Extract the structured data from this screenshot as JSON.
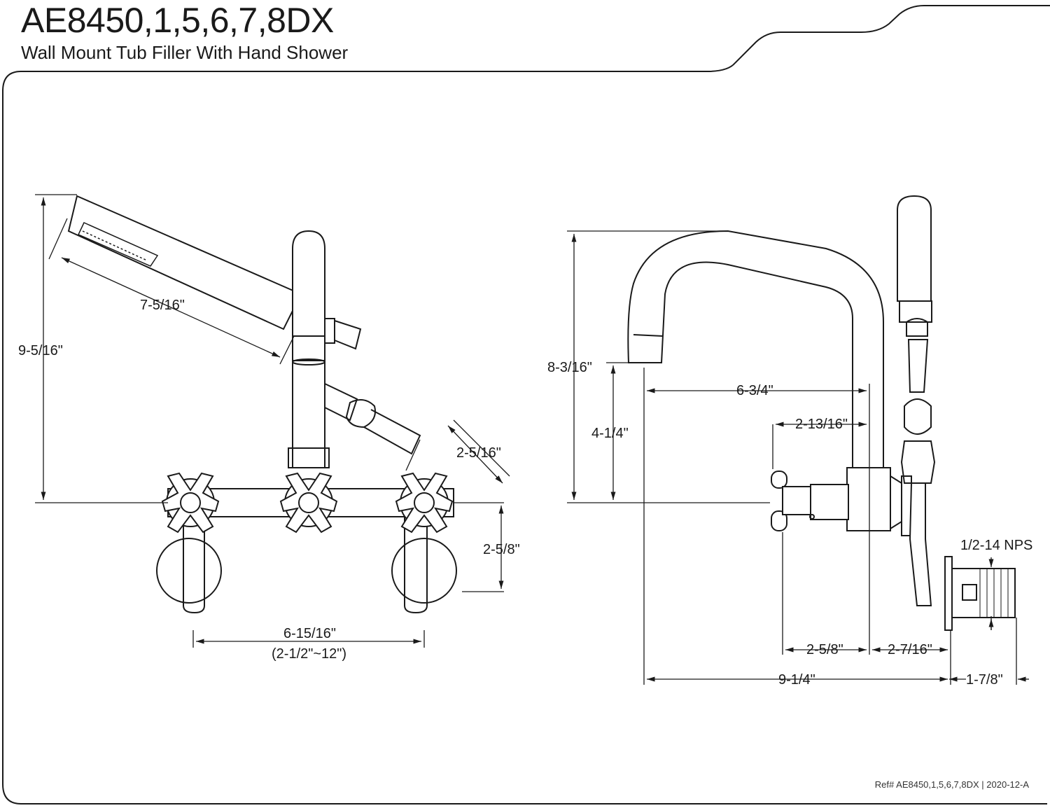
{
  "header": {
    "model": "AE8450,1,5,6,7,8DX",
    "description": "Wall Mount Tub Filler With Hand Shower"
  },
  "front_view": {
    "handshower_length": "7-5/16\"",
    "overall_height": "9-5/16\"",
    "hose_offset": "2-5/16\"",
    "flange_drop": "2-5/8\"",
    "center_spread": "6-15/16\"",
    "spread_range": "(2-1/2\"~12\")"
  },
  "side_view": {
    "spout_height": "8-3/16\"",
    "spout_clearance": "4-1/4\"",
    "spout_reach": "6-3/4\"",
    "handle_reach": "2-13/16\"",
    "connection_thread": "1/2-14 NPS",
    "handle_depth": "2-5/8\"",
    "wall_to_body": "2-7/16\"",
    "overall_depth": "9-1/4\"",
    "nipple_length": "1-7/8\""
  },
  "footer": {
    "reference": "Ref# AE8450,1,5,6,7,8DX | 2020-12-A"
  }
}
